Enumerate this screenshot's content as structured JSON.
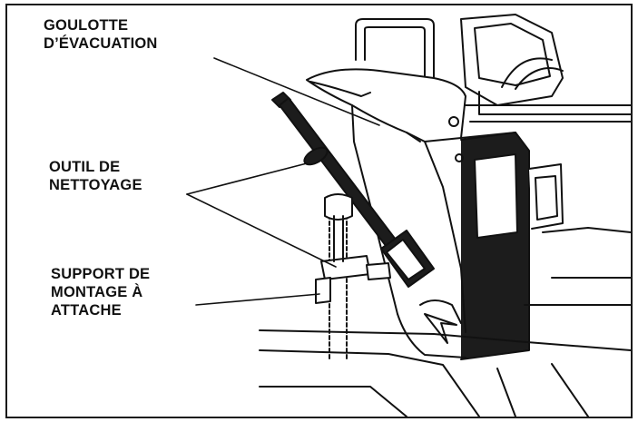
{
  "labels": {
    "discharge_chute": {
      "line1": "GOULOTTE",
      "line2": "D’ÉVACUATION"
    },
    "cleaning_tool": {
      "line1": "OUTIL DE",
      "line2": "NETTOYAGE"
    },
    "clip_mount": {
      "line1": "SUPPORT DE",
      "line2": "MONTAGE À",
      "line3": "ATTACHE"
    }
  },
  "colors": {
    "ink": "#111111",
    "background": "#ffffff",
    "shade": "#1c1c1c"
  }
}
